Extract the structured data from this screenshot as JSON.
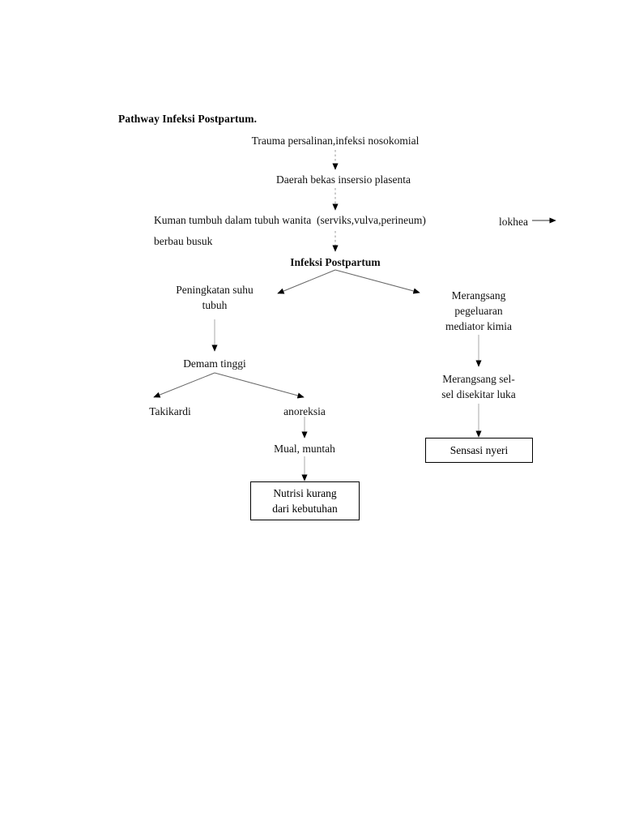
{
  "document": {
    "title": "Pathway Infeksi Postpartum.",
    "background_color": "#ffffff",
    "text_color": "#111111",
    "line_color": "#999999",
    "arrowhead_color": "#000000",
    "box_border_color": "#000000"
  },
  "diagram": {
    "type": "flowchart",
    "orientation": "top-down",
    "nodes": {
      "trauma": "Trauma persalinan,infeksi nosokomial",
      "daerah": "Daerah bekas insersio plasenta",
      "kuman_line1": "Kuman tumbuh dalam tubuh wanita  (serviks,vulva,perineum)",
      "kuman_line2": "berbau busuk",
      "lokhea": "lokhea",
      "infeksi": "Infeksi Postpartum",
      "peningkatan_line1": "Peningkatan suhu",
      "peningkatan_line2": "tubuh",
      "merangsang_line1": "Merangsang",
      "merangsang_line2": "pegeluaran",
      "merangsang_line3": "mediator kimia",
      "demam": "Demam tinggi",
      "merangsang_sel_line1": "Merangsang sel-",
      "merangsang_sel_line2": "sel disekitar luka",
      "takikardi": "Takikardi",
      "anoreksia": "anoreksia",
      "mual": "Mual, muntah",
      "sensasi_box": "Sensasi nyeri",
      "nutrisi_box_line1": "Nutrisi kurang",
      "nutrisi_box_line2": "dari kebutuhan"
    },
    "edges": [
      {
        "from": "trauma",
        "to": "daerah",
        "style": "dashed-vertical"
      },
      {
        "from": "daerah",
        "to": "kuman",
        "style": "dashed-vertical"
      },
      {
        "from": "kuman",
        "to": "infeksi",
        "style": "dashed-vertical"
      },
      {
        "from": "lokhea",
        "to": "right",
        "style": "solid-horizontal"
      },
      {
        "from": "infeksi",
        "to": "peningkatan",
        "style": "solid-diagonal-left"
      },
      {
        "from": "infeksi",
        "to": "merangsang",
        "style": "solid-diagonal-right"
      },
      {
        "from": "peningkatan",
        "to": "demam",
        "style": "solid-vertical"
      },
      {
        "from": "merangsang",
        "to": "merangsang_sel",
        "style": "solid-vertical"
      },
      {
        "from": "demam",
        "to": "takikardi",
        "style": "solid-diagonal-left"
      },
      {
        "from": "demam",
        "to": "anoreksia",
        "style": "solid-diagonal-right"
      },
      {
        "from": "anoreksia",
        "to": "mual",
        "style": "solid-vertical"
      },
      {
        "from": "mual",
        "to": "nutrisi_box",
        "style": "solid-vertical"
      },
      {
        "from": "merangsang_sel",
        "to": "sensasi_box",
        "style": "solid-vertical"
      }
    ]
  }
}
